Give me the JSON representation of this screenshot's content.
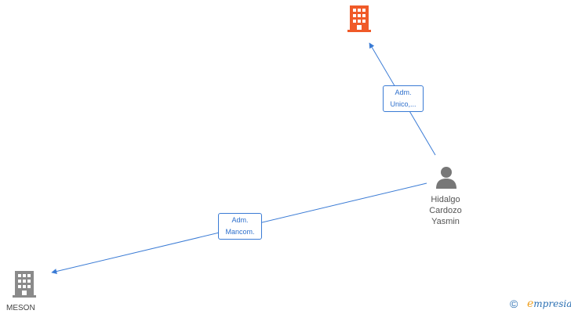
{
  "nodes": {
    "company_top": {
      "name": "",
      "icon": "building-icon",
      "color": "#f05a28"
    },
    "person": {
      "name_lines": [
        "Hidalgo",
        "Cardozo",
        "Yasmin"
      ],
      "icon": "person-icon",
      "color": "#777777"
    },
    "company_meson": {
      "name": "MESON",
      "icon": "building-icon",
      "color": "#8a8a8a"
    }
  },
  "edges": [
    {
      "from": "person",
      "to": "company_top",
      "label_lines": [
        "Adm.",
        "Unico,..."
      ]
    },
    {
      "from": "person",
      "to": "company_meson",
      "label_lines": [
        "Adm.",
        "Mancom."
      ]
    }
  ],
  "colors": {
    "edge": "#3a7bd5"
  },
  "footer": {
    "copyright_symbol": "©",
    "brand_first": "e",
    "brand_rest": "mpresia"
  }
}
